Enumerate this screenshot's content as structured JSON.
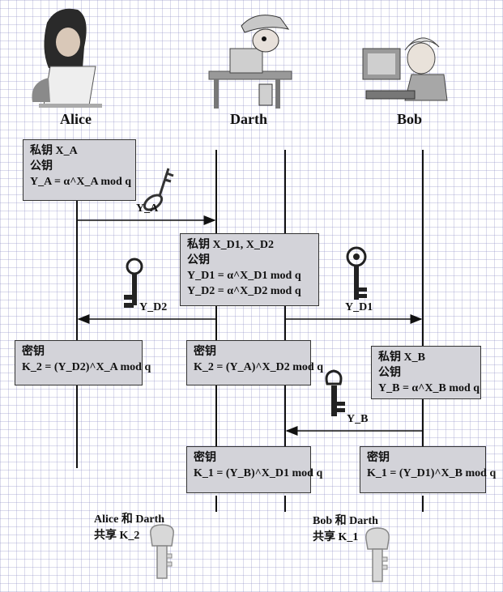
{
  "participants": {
    "alice": "Alice",
    "darth": "Darth",
    "bob": "Bob"
  },
  "alice_box": {
    "line1": "私钥 X_A",
    "line2": "公钥",
    "line3": "Y_A = α^X_A mod q"
  },
  "darth_box": {
    "line1": "私钥 X_D1, X_D2",
    "line2": "公钥",
    "line3": "Y_D1 = α^X_D1 mod q",
    "line4": "Y_D2 = α^X_D2 mod q"
  },
  "bob_box": {
    "line1": "私钥 X_B",
    "line2": "公钥",
    "line3": "Y_B = α^X_B mod q"
  },
  "alice_secret": {
    "line1": "密钥",
    "line2": "K_2 = (Y_D2)^X_A mod q"
  },
  "darth_secret2": {
    "line1": "密钥",
    "line2": "K_2 = (Y_A)^X_D2 mod q"
  },
  "darth_secret1": {
    "line1": "密钥",
    "line2": "K_1 = (Y_B)^X_D1 mod q"
  },
  "bob_secret": {
    "line1": "密钥",
    "line2": "K_1 = (Y_D1)^X_B mod q"
  },
  "arrows": {
    "ya": "Y_A",
    "yd2": "Y_D2",
    "yd1": "Y_D1",
    "yb": "Y_B"
  },
  "shared": {
    "left_line1": "Alice 和 Darth",
    "left_line2": "共享 K_2",
    "right_line1": "Bob 和 Darth",
    "right_line2": "共享 K_1"
  }
}
